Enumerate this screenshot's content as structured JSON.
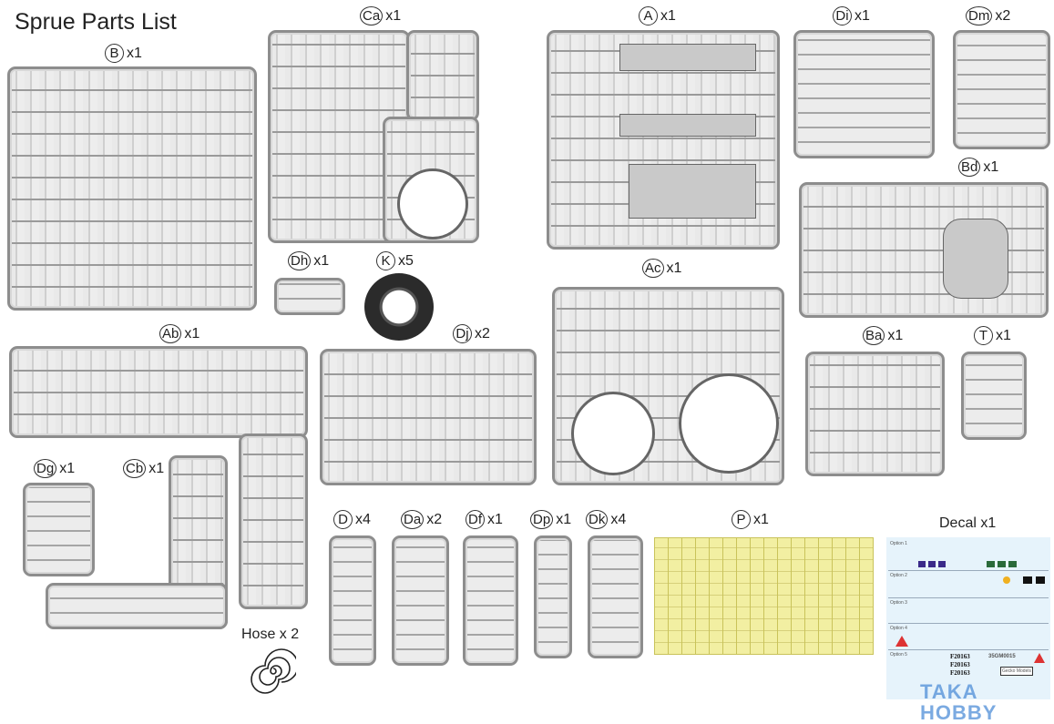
{
  "title": "Sprue Parts List",
  "sprues": {
    "B": {
      "letter": "B",
      "qty": "x1"
    },
    "Ca": {
      "letter": "Ca",
      "qty": "x1"
    },
    "A": {
      "letter": "A",
      "qty": "x1"
    },
    "Di": {
      "letter": "Di",
      "qty": "x1"
    },
    "Dm": {
      "letter": "Dm",
      "qty": "x2"
    },
    "Bd": {
      "letter": "Bd",
      "qty": "x1"
    },
    "Dh": {
      "letter": "Dh",
      "qty": "x1"
    },
    "K": {
      "letter": "K",
      "qty": "x5"
    },
    "Ac": {
      "letter": "Ac",
      "qty": "x1"
    },
    "Ab": {
      "letter": "Ab",
      "qty": "x1"
    },
    "Dj": {
      "letter": "Dj",
      "qty": "x2"
    },
    "Ba": {
      "letter": "Ba",
      "qty": "x1"
    },
    "T": {
      "letter": "T",
      "qty": "x1"
    },
    "Dg": {
      "letter": "Dg",
      "qty": "x1"
    },
    "Cb": {
      "letter": "Cb",
      "qty": "x1"
    },
    "D": {
      "letter": "D",
      "qty": "x4"
    },
    "Da": {
      "letter": "Da",
      "qty": "x2"
    },
    "Df": {
      "letter": "Df",
      "qty": "x1"
    },
    "Dp": {
      "letter": "Dp",
      "qty": "x1"
    },
    "Dk": {
      "letter": "Dk",
      "qty": "x4"
    },
    "P": {
      "letter": "P",
      "qty": "x1"
    }
  },
  "hose": "Hose x 2",
  "decal": {
    "label": "Decal  x1",
    "options": [
      "Option 1",
      "Option 2",
      "Option 3",
      "Option 4",
      "Option 5"
    ],
    "codes": [
      "F20163",
      "F20163",
      "F20163"
    ],
    "product_code": "35GM0015",
    "brand": "Gecko Models"
  },
  "watermark": "TAKA HOBBY"
}
